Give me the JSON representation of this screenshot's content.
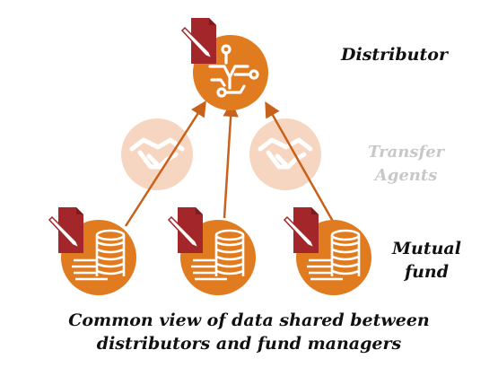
{
  "colors": {
    "accent": "#e07b1f",
    "accent_dark": "#c8611a",
    "doc_red": "#a3262a",
    "doc_red_dark": "#7e1a1e",
    "faded_accent": "#f6d6c0",
    "muted_label": "#c8c8c8",
    "text": "#111111"
  },
  "icons": {
    "distributor_hub": "network-node-icon",
    "document": "edit-document-icon",
    "coins": "coin-stack-icon",
    "handshake": "handshake-icon",
    "arrow": "arrow-up-icon"
  },
  "labels": {
    "distributor": "Distributor",
    "transfer_agents": [
      "Transfer",
      "Agents"
    ],
    "mutual_fund": [
      "Mutual",
      "fund"
    ]
  },
  "caption": [
    "Common view of data shared between",
    "distributors and fund managers"
  ]
}
